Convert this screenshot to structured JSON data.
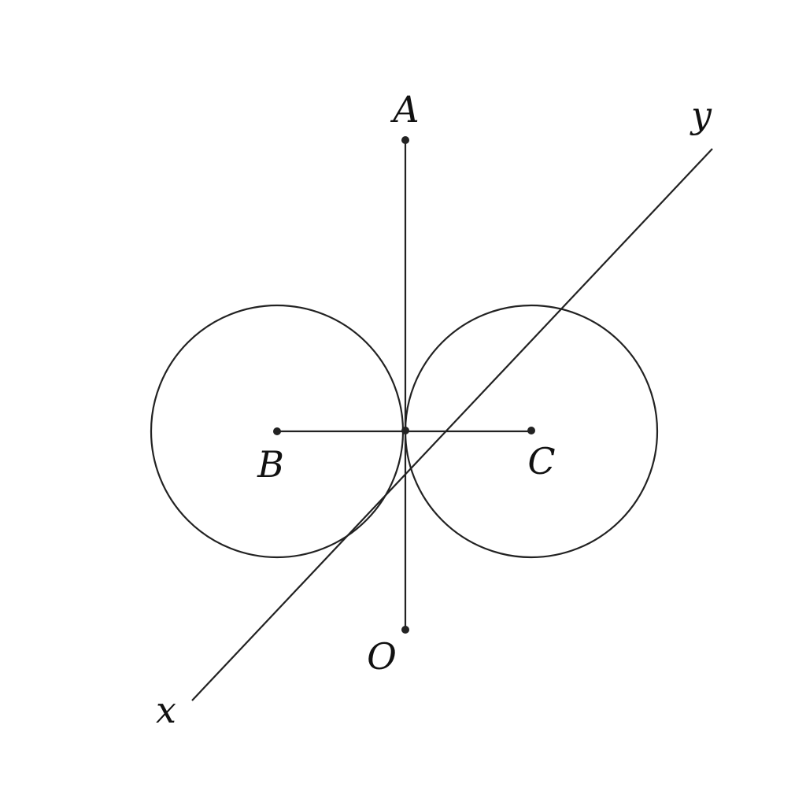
{
  "labels": {
    "A": "A",
    "B": "B",
    "C": "C",
    "O": "O",
    "x": "x",
    "y": "y"
  },
  "colors": {
    "stroke": "#222222",
    "background": "#ffffff"
  }
}
